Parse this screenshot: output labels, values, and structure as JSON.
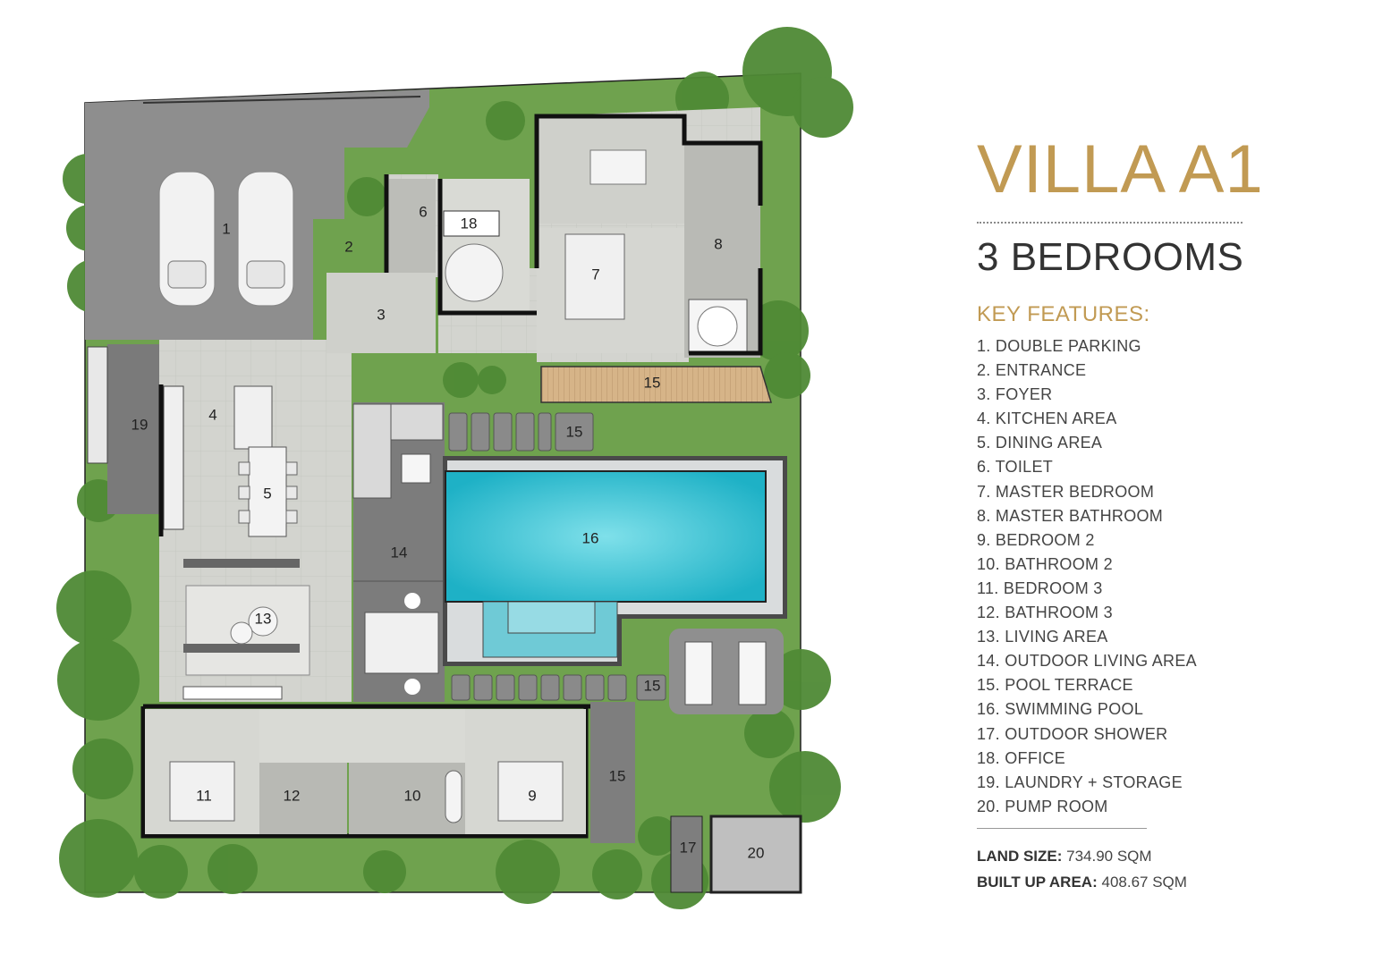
{
  "title": "VILLA A1",
  "subtitle": "3 BEDROOMS",
  "key_features_heading": "KEY FEATURES:",
  "features": [
    "1.   DOUBLE PARKING",
    "2.   ENTRANCE",
    "3.   FOYER",
    "4.   KITCHEN AREA",
    "5.   DINING AREA",
    "6.   TOILET",
    "7.   MASTER BEDROOM",
    "8.   MASTER BATHROOM",
    "9.   BEDROOM 2",
    "10. BATHROOM 2",
    "11. BEDROOM 3",
    "12. BATHROOM 3",
    "13. LIVING AREA",
    "14. OUTDOOR LIVING AREA",
    "15. POOL TERRACE",
    "16. SWIMMING POOL",
    "17. OUTDOOR SHOWER",
    "18. OFFICE",
    "19. LAUNDRY + STORAGE",
    "20. PUMP ROOM"
  ],
  "land_size_label": "LAND SIZE:",
  "land_size_value": "734.90 SQM",
  "built_up_label": "BUILT UP AREA:",
  "built_up_value": "408.67 SQM",
  "plan_labels": {
    "r1": "1",
    "r2": "2",
    "r3": "3",
    "r4": "4",
    "r5": "5",
    "r6": "6",
    "r7": "7",
    "r8": "8",
    "r9": "9",
    "r10": "10",
    "r11": "11",
    "r12": "12",
    "r13": "13",
    "r14": "14",
    "r15": "15",
    "r16": "16",
    "r17": "17",
    "r18": "18",
    "r19": "19",
    "r20": "20"
  },
  "colors": {
    "accent": "#c19a53",
    "lawn": "#6fa24e",
    "driveway": "#8c8c8c",
    "floor": "#d7d8d4",
    "pool": "#3fc6d6",
    "deck": "#d9b98c",
    "wall": "#111111"
  }
}
